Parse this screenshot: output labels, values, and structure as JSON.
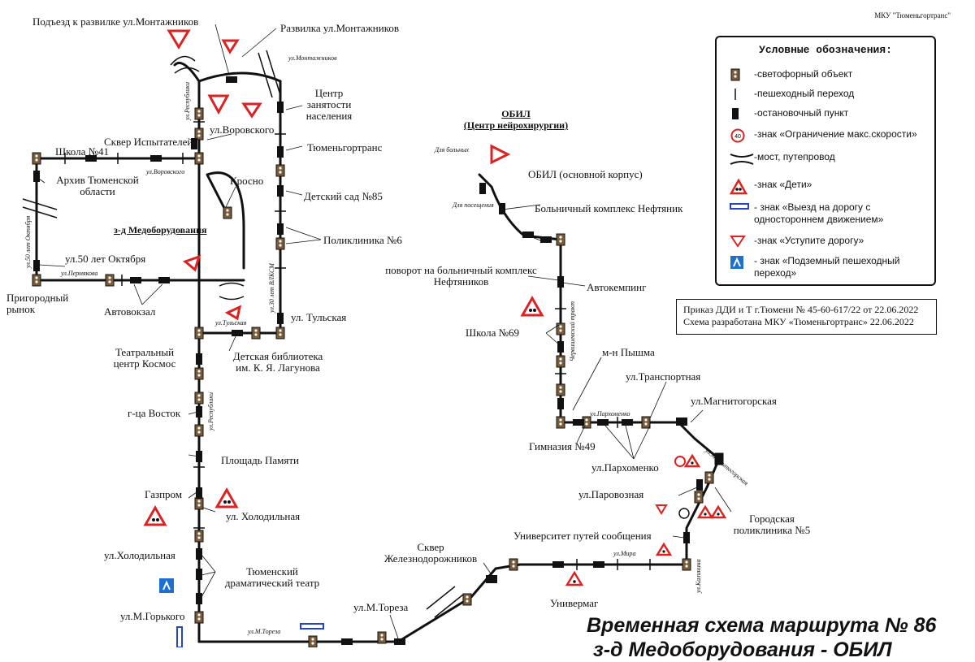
{
  "agency": "МКУ \"Тюменьгортранс\"",
  "legend": {
    "title": "Условные обозначения:",
    "items": [
      {
        "icon": "traffic-light-icon",
        "text": "-светофорный объект"
      },
      {
        "icon": "pedestrian-crossing-icon",
        "text": "-пешеходный переход"
      },
      {
        "icon": "bus-stop-icon",
        "text": "-остановочный пункт"
      },
      {
        "icon": "speed-limit-sign-icon",
        "text": "-знак «Ограничение макс.скорости»",
        "sign_value": "40"
      },
      {
        "icon": "bridge-icon",
        "text": "-мост, путепровод"
      },
      {
        "icon": "children-sign-icon",
        "text": "-знак «Дети»"
      },
      {
        "icon": "one-way-exit-sign-icon",
        "text": "- знак «Выезд на дорогу с",
        "text2": "одностороннем движением»"
      },
      {
        "icon": "give-way-sign-icon",
        "text": "-знак «Уступите дорогу»"
      },
      {
        "icon": "underpass-sign-icon",
        "text": "- знак «Подземный пешеходный",
        "text2": "переход»"
      }
    ]
  },
  "order": {
    "line1": "Приказ ДДИ и Т г.Тюмени № 45-60-617/22 от 22.06.2022",
    "line2": "Схема разработана МКУ «Тюменьгортранс» 22.06.2022"
  },
  "title": {
    "line1": "Временная схема маршрута № 86",
    "line2": "з-д Медоборудования - ОБИЛ"
  },
  "labels": {
    "podezd": "Подъезд к развилке ул.Монтажников",
    "razvilka": "Развилка ул.Монтажников",
    "tsentr1": "Центр",
    "tsentr2": "занятости",
    "tsentr3": "населения",
    "vorovskogo": "ул.Воровского",
    "tyumengortrans": "Тюменьгортранс",
    "krosno": "Кросно",
    "detsad": "Детский сад №85",
    "zd": "з-д Медоборудования",
    "poliklinika6": "Поликлиника №6",
    "tulskaya": "ул. Тульская",
    "shkola41": "Школа №41",
    "skver_isp": "Сквер Испытателей",
    "arhiv1": "Архив Тюменской",
    "arhiv2": "области",
    "ul50": "ул.50 лет Октября",
    "prigorodny1": "Пригородный",
    "prigorodny2": "рынок",
    "avtovokzal": "Автовокзал",
    "teatr_kosmos1": "Театральный",
    "teatr_kosmos2": "центр Космос",
    "biblioteka1": "Детская библиотека",
    "biblioteka2": "им. К. Я. Лагунова",
    "vostok": "г-ца Восток",
    "ploshad": "Площадь Памяти",
    "gazprom": "Газпром",
    "holodilnaya1": "ул. Холодильная",
    "holodilnaya2": "ул.Холодильная",
    "dramteatr1": "Тюменский",
    "dramteatr2": "драматический театр",
    "gorkogo": "ул.М.Горького",
    "toreza": "ул.М.Тореза",
    "skver_zhd1": "Сквер",
    "skver_zhd2": "Железнодорожников",
    "univermag": "Универмаг",
    "universitet": "Университет путей сообщения",
    "parovoznaya": "ул.Паровозная",
    "gorpoli1": "Городская",
    "gorpoli2": "поликлиника №5",
    "parhomenko": "ул.Пархоменко",
    "gimnaziya": "Гимназия №49",
    "transportnaya": "ул.Транспортная",
    "magnitogorskaya": "ул.Магнитогорская",
    "pyshma": "м-н Пышма",
    "shkola69": "Школа №69",
    "avtokemping": "Автокемпинг",
    "povorot1": "поворот на больничный комплекс",
    "povorot2": "Нефтяников",
    "bolnichny": "Больничный комплекс Нефтяник",
    "obil_main": "ОБИЛ (основной корпус)",
    "obil1": "ОБИЛ",
    "obil2": "(Центр нейрохирургии)",
    "dlya_bol": "Для больных",
    "dlya_poseshch": "Для посещения"
  },
  "streets": {
    "montazhnikov": "ул.Монтажников",
    "respubliki": "ул.Республики",
    "vorovskogo": "ул.Воровского",
    "oktyabrya": "ул.50 лет Октября",
    "permyakova": "ул.Пермякова",
    "vlksm": "ул.30 лет ВЛКСМ",
    "tulskaya": "ул.Тульская",
    "respubliki2": "ул.Республики",
    "toreza": "ул.М.Тореза",
    "mira": "ул.Мира",
    "kalinina": "ул.Калинина",
    "magnitogorskaya": "ул.Магнитогорская",
    "parhomenko": "ул.Пархоменко",
    "chervishevsky": "Червишевский тракт"
  }
}
